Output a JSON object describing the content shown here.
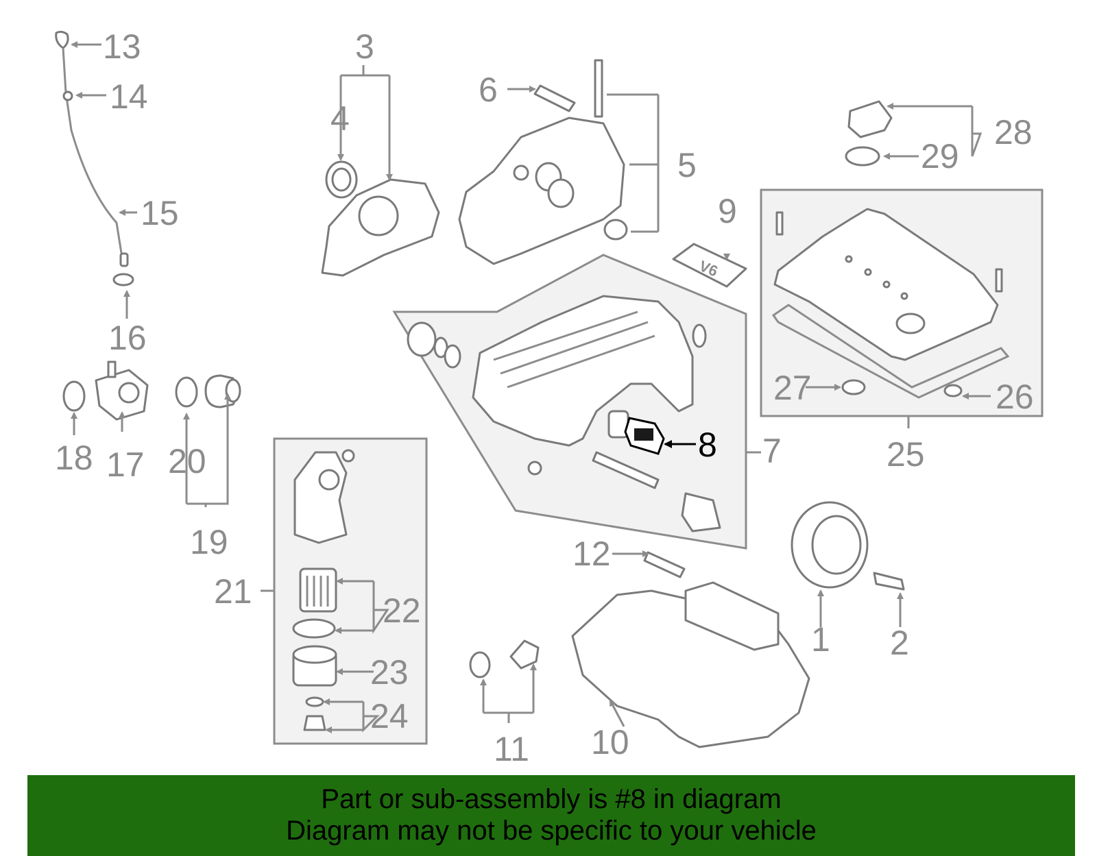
{
  "diagram": {
    "callouts": [
      "1",
      "2",
      "3",
      "4",
      "5",
      "6",
      "7",
      "8",
      "9",
      "10",
      "11",
      "12",
      "13",
      "14",
      "15",
      "16",
      "17",
      "18",
      "19",
      "20",
      "21",
      "22",
      "23",
      "24",
      "25",
      "26",
      "27",
      "28",
      "29"
    ],
    "highlighted_callout": "8",
    "badge_text": "V6"
  },
  "banner": {
    "line1": "Part or sub-assembly is #8 in diagram",
    "line2": "Diagram may not be specific to your vehicle",
    "background": "#1f6e0e"
  },
  "colors": {
    "line": "#8c8c8c",
    "highlight": "#000000",
    "panel": "#f2f2f2"
  }
}
